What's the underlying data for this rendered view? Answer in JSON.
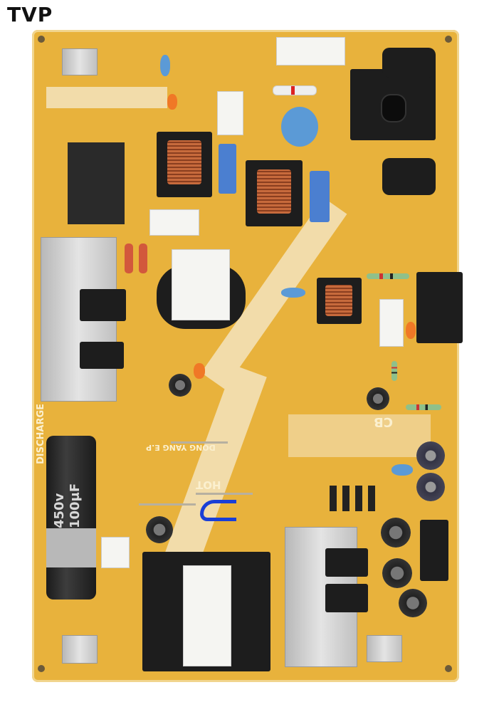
{
  "logo": "TVP",
  "board_labels": {
    "hot": "HOT",
    "cb": "CB",
    "discharge": "DISCHARGE",
    "manufacturer": "DONG YANG E.P",
    "bulk_cap_voltage": "450v",
    "bulk_cap_capacitance": "100μF"
  },
  "colors": {
    "pcb": "#e8b23c",
    "silkscreen": "#f2dcaa",
    "marker": "#1a3fd6"
  }
}
